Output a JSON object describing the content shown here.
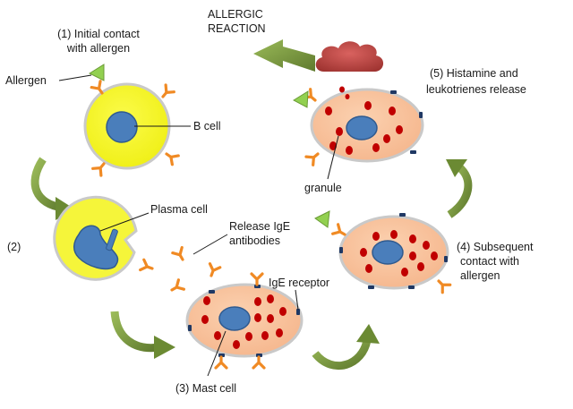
{
  "labels": {
    "step1_line1": "(1) Initial contact",
    "step1_line2": "with allergen",
    "allergen": "Allergen",
    "b_cell": "B cell",
    "step2": "(2)",
    "plasma_cell": "Plasma cell",
    "release_line1": "Release IgE",
    "release_line2": "antibodies",
    "ige_receptor": "IgE receptor",
    "step3": "(3) Mast cell",
    "step4_line1": "(4) Subsequent",
    "step4_line2": "contact with",
    "step4_line3": "allergen",
    "step5_line1": "(5) Histamine and",
    "step5_line2": "leukotrienes release",
    "granule": "granule",
    "allergic_line1": "ALLERGIC",
    "allergic_line2": "REACTION"
  },
  "colors": {
    "b_cell_fill": "#f5f51e",
    "cell_border": "#c9c9c9",
    "nucleus_fill": "#4a7ebb",
    "nucleus_border": "#2f5a8f",
    "mast_cell_fill": "#f9c39a",
    "granule": "#c00000",
    "antibody": "#f08a24",
    "receptor": "#1f3864",
    "allergen": "#92d050",
    "arrow": "#76923c",
    "cloud": "#c0504d"
  }
}
